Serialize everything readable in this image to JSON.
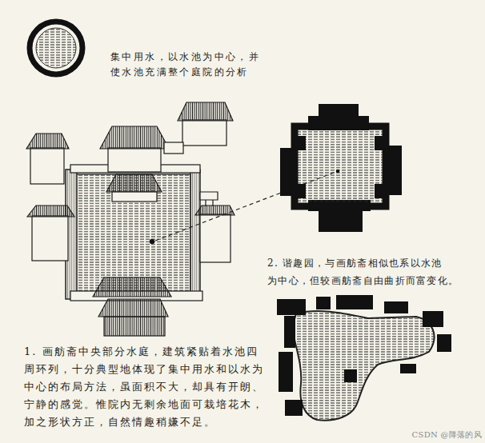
{
  "diagram": {
    "title": "集中用水，以水池为中心，并 使水池充满整个庭院的分析",
    "labels": [
      "2. 谐趣园，与画舫斋相似也系以水池 为中心，但较画舫斋自由曲折而富变化。",
      "1. 画舫斋中央部分水庭，建筑紧贴着水池四 周环列，十分典型地体现了集中用水和以水为 中心的布局方法，虽面积不大，却具有开朗、 宁静的感觉。惟院内无剩余地面可栽培花木， 加之形状方正，自然情趣稍嫌不足。",
      "CSDN @降落的风"
    ]
  }
}
